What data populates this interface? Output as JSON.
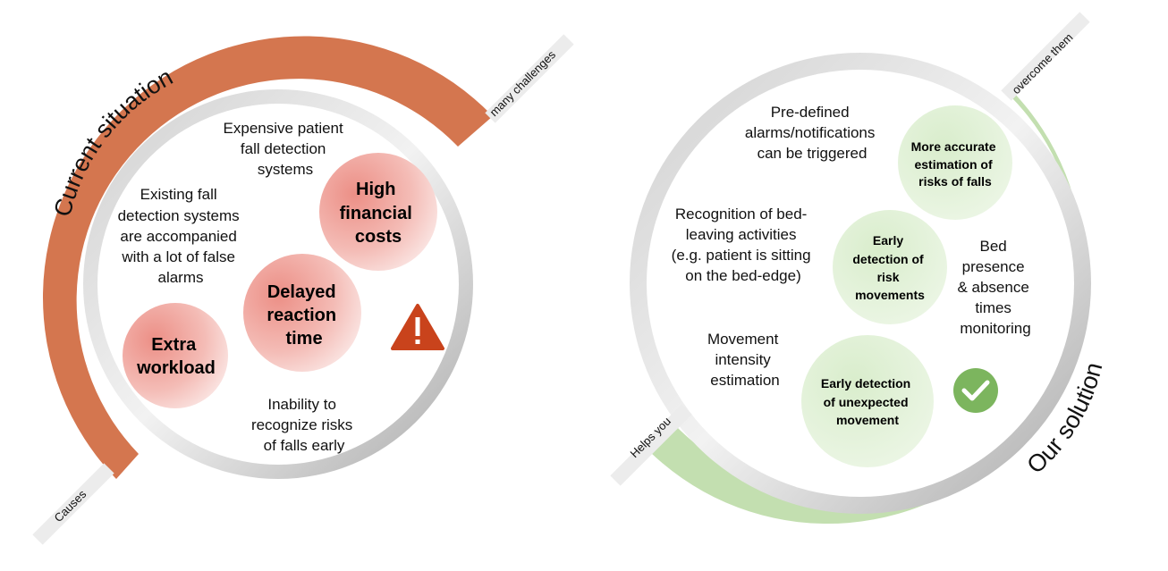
{
  "left": {
    "arc_title": "Current situation",
    "tag_start": "Causes",
    "tag_end": "many challenges",
    "statements": [
      [
        "Expensive patient",
        "fall detection",
        "systems"
      ],
      [
        "Existing fall",
        "detection systems",
        "are accompanied",
        "with a lot of false",
        "alarms"
      ],
      [
        "Inability to",
        "recognize risks",
        "of falls early"
      ]
    ],
    "bubbles": [
      [
        "High",
        "financial",
        "costs"
      ],
      [
        "Delayed",
        "reaction",
        "time"
      ],
      [
        "Extra",
        "workload"
      ]
    ],
    "icon": "warning-icon"
  },
  "right": {
    "arc_title": "Our solution",
    "tag_start": "Helps you",
    "tag_end": "overcome them",
    "statements": [
      [
        "Pre-defined",
        "alarms/notifications",
        "can be triggered"
      ],
      [
        "Recognition of bed-",
        "leaving activities",
        "(e.g. patient is sitting",
        "on the bed-edge)"
      ],
      [
        "Bed",
        "presence",
        "& absence",
        "times",
        "monitoring"
      ],
      [
        "Movement",
        "intensity",
        "estimation"
      ]
    ],
    "bubbles": [
      [
        "More accurate",
        "estimation of",
        "risks of falls"
      ],
      [
        "Early",
        "detection of",
        "risk",
        "movements"
      ],
      [
        "Early detection",
        "of unexpected",
        "movement"
      ]
    ],
    "icon": "checkmark-icon"
  },
  "colors": {
    "current_arc": "#d4764f",
    "solution_arc": "#c3dfb0",
    "warning": "#c9431c",
    "check": "#7cb55e"
  }
}
